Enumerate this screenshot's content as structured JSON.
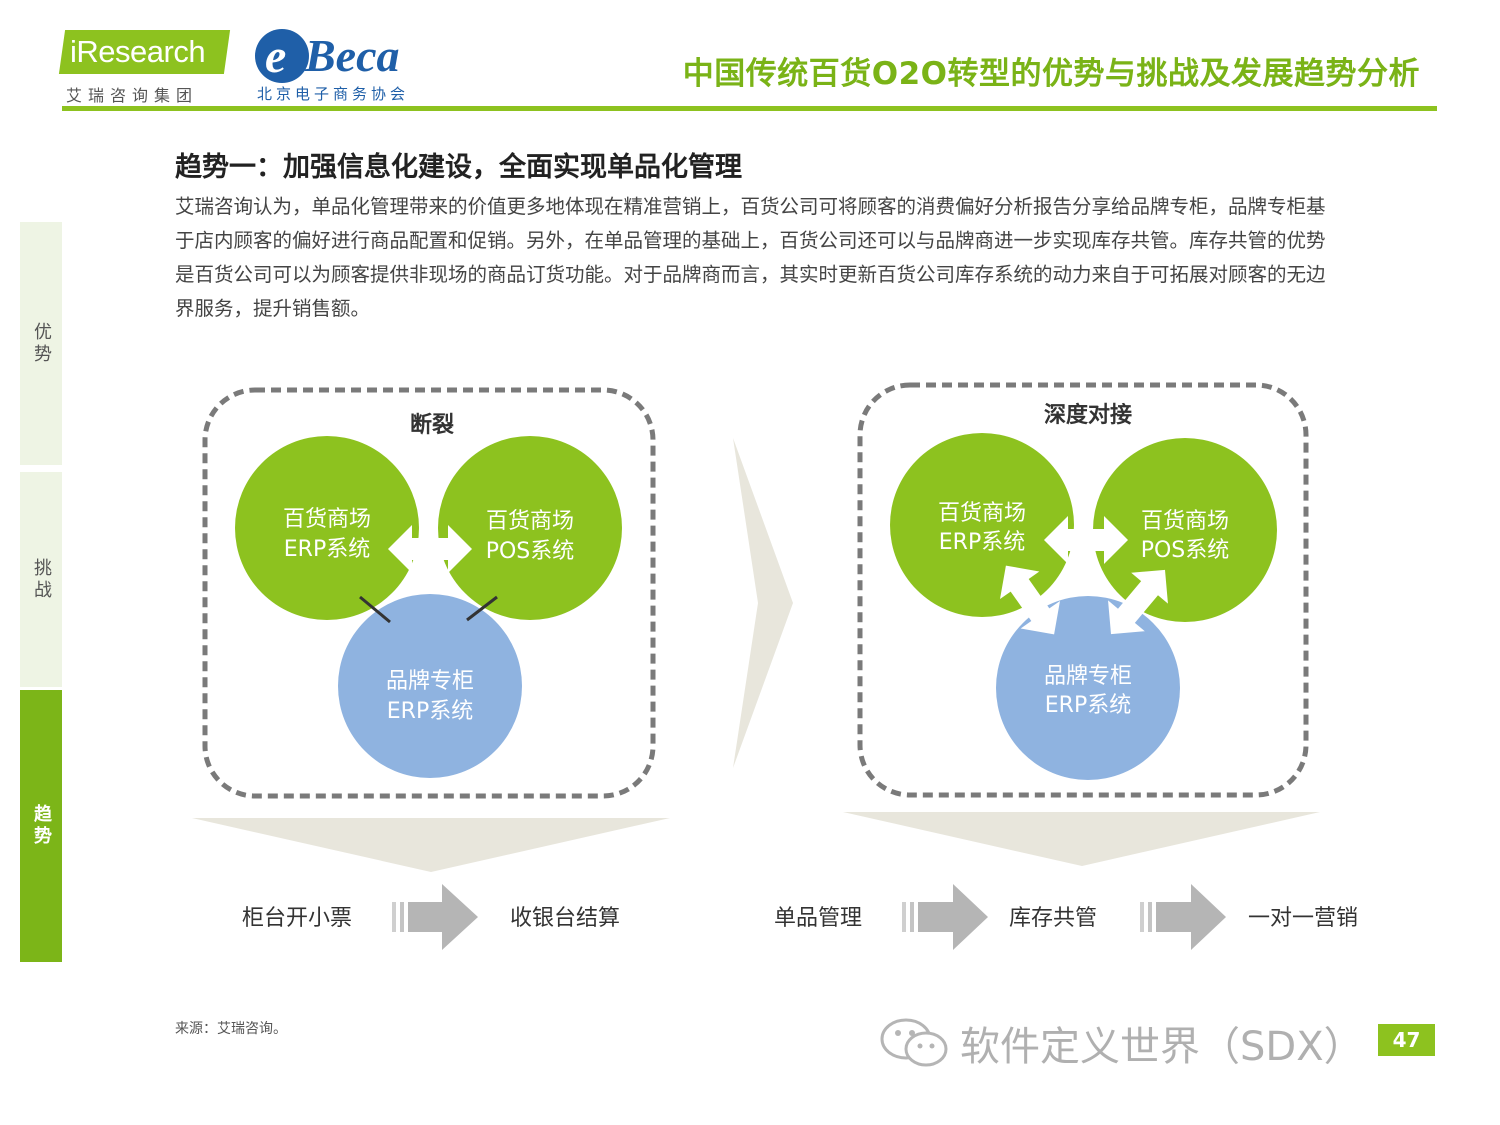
{
  "header": {
    "logo_iresearch": "iResearch",
    "logo_iresearch_sub": "艾瑞咨询集团",
    "logo_ebeca": "Beca",
    "logo_ebeca_sub": "北京电子商务协会",
    "title": "中国传统百货O2O转型的优势与挑战及发展趋势分析"
  },
  "nav": {
    "items": [
      {
        "label": "优势",
        "active": false
      },
      {
        "label": "挑战",
        "active": false
      },
      {
        "label": "趋势",
        "active": true
      }
    ]
  },
  "section": {
    "heading": "趋势一：加强信息化建设，全面实现单品化管理",
    "body": "艾瑞咨询认为，单品化管理带来的价值更多地体现在精准营销上，百货公司可将顾客的消费偏好分析报告分享给品牌专柜，品牌专柜基于店内顾客的偏好进行商品配置和促销。另外，在单品管理的基础上，百货公司还可以与品牌商进一步实现库存共管。库存共管的优势是百货公司可以为顾客提供非现场的商品订货功能。对于品牌商而言，其实时更新百货公司库存系统的动力来自于可拓展对顾客的无边界服务，提升销售额。"
  },
  "diagram": {
    "colors": {
      "green": "#8dc21f",
      "blue": "#8fb3e0",
      "dash": "#7a7a7a",
      "chevron": "#e8e6dc",
      "flow_arrow": "#b5b5b5"
    },
    "left": {
      "title": "断裂",
      "circle_a": [
        "百货商场",
        "ERP系统"
      ],
      "circle_b": [
        "百货商场",
        "POS系统"
      ],
      "circle_c": [
        "品牌专柜",
        "ERP系统"
      ],
      "flow": [
        "柜台开小票",
        "收银台结算"
      ]
    },
    "right": {
      "title": "深度对接",
      "circle_a": [
        "百货商场",
        "ERP系统"
      ],
      "circle_b": [
        "百货商场",
        "POS系统"
      ],
      "circle_c": [
        "品牌专柜",
        "ERP系统"
      ],
      "flow": [
        "单品管理",
        "库存共管",
        "一对一营销"
      ]
    }
  },
  "footer": {
    "source": "来源：艾瑞咨询。",
    "watermark": "软件定义世界（SDX）",
    "page_number": "47"
  }
}
